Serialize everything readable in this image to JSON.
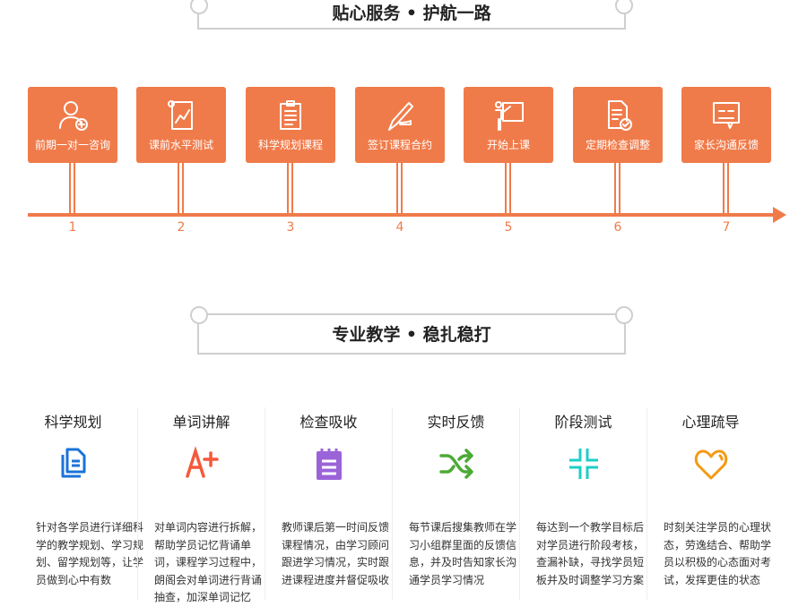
{
  "section1": {
    "title": "贴心服务 • 护航一路",
    "steps": [
      {
        "label": "前期一对一咨询",
        "number": "1",
        "icon": "consultant-icon"
      },
      {
        "label": "课前水平测试",
        "number": "2",
        "icon": "chart-scroll-icon"
      },
      {
        "label": "科学规划课程",
        "number": "3",
        "icon": "clipboard-icon"
      },
      {
        "label": "签订课程合约",
        "number": "4",
        "icon": "pen-sign-icon"
      },
      {
        "label": "开始上课",
        "number": "5",
        "icon": "teacher-board-icon"
      },
      {
        "label": "定期检查调整",
        "number": "6",
        "icon": "document-check-icon"
      },
      {
        "label": "家长沟通反馈",
        "number": "7",
        "icon": "chat-bubble-icon"
      }
    ]
  },
  "section2": {
    "title": "专业教学 • 稳扎稳打",
    "features": [
      {
        "title": "科学规划",
        "icon": "documents-icon",
        "color": "#1a73d9",
        "text": "针对各学员进行详细科学的教学规划、学习规划、留学规划等，让学员做到心中有数"
      },
      {
        "title": "单词讲解",
        "icon": "a-plus-icon",
        "color": "#f5593b",
        "text": "对单词内容进行拆解，帮助学员记忆背诵单词，课程学习过程中，朗阁会对单词进行背诵抽查，加深单词记忆"
      },
      {
        "title": "检查吸收",
        "icon": "notepad-icon",
        "color": "#9b63d8",
        "text": "教师课后第一时间反馈课程情况，由学习顾问跟进学习情况，实时跟进课程进度并督促吸收"
      },
      {
        "title": "实时反馈",
        "icon": "shuffle-icon",
        "color": "#4caa35",
        "text": "每节课后搜集教师在学习小组群里面的反馈信息，并及时告知家长沟通学员学习情况"
      },
      {
        "title": "阶段测试",
        "icon": "collapse-icon",
        "color": "#1ecfc6",
        "text": "每达到一个教学目标后对学员进行阶段考核，查漏补缺，寻找学员短板并及时调整学习方案"
      },
      {
        "title": "心理疏导",
        "icon": "heart-icon",
        "color": "#f59a13",
        "text": "时刻关注学员的心理状态，劳逸结合、帮助学员以积极的心态面对考试，发挥更佳的状态"
      }
    ]
  }
}
